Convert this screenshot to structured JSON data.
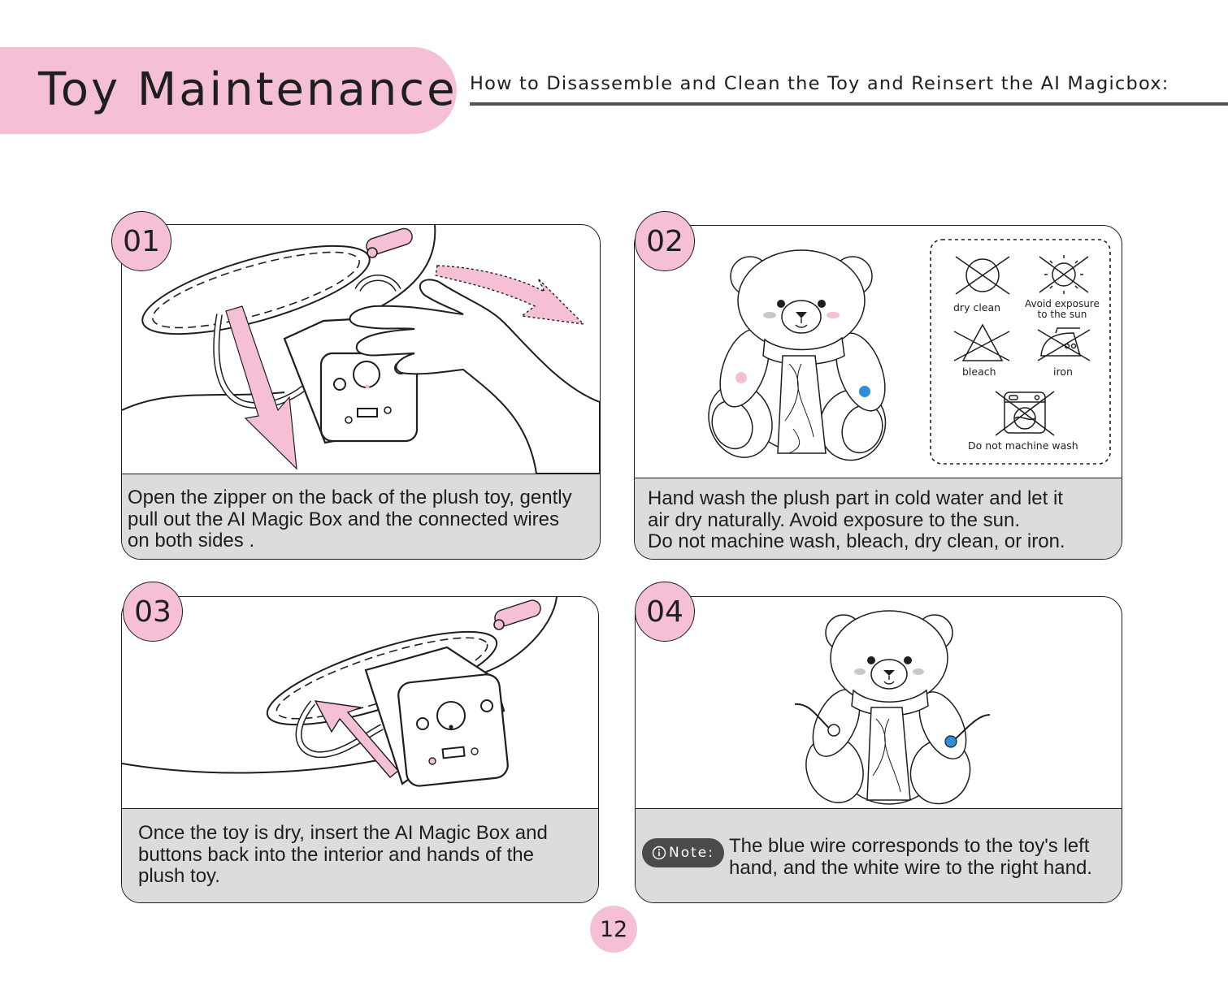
{
  "header": {
    "title": "Toy Maintenance",
    "subtitle": "How to Disassemble and Clean the Toy and Reinsert the AI Magicbox:"
  },
  "steps": [
    {
      "number": "01",
      "caption": "Open the zipper on the back of the plush toy, gently\n pull out the AI Magic Box and the connected wires\non both sides ."
    },
    {
      "number": "02",
      "caption": "Hand wash the plush part in cold water and let it\nair dry naturally. Avoid exposure to the sun.\nDo not machine wash, bleach, dry clean, or iron."
    },
    {
      "number": "03",
      "caption": "Once the toy is dry, insert the AI Magic Box and\nbuttons back into the interior and hands of the\n plush toy."
    },
    {
      "number": "04",
      "caption": "The blue wire corresponds to the toy's left\nhand, and the white wire to the right hand.",
      "note_label": "Note:"
    }
  ],
  "care_symbols": [
    {
      "icon": "no-dry-clean-icon",
      "label": "dry clean"
    },
    {
      "icon": "no-sun-icon",
      "label": "Avoid exposure\nto the sun"
    },
    {
      "icon": "no-bleach-icon",
      "label": "bleach"
    },
    {
      "icon": "no-iron-icon",
      "label": "iron"
    },
    {
      "icon": "no-machine-wash-icon",
      "label": "Do not machine wash"
    }
  ],
  "colors": {
    "pink": "#f5bfd6",
    "blue_wire": "#2f8ed6",
    "caption_bg": "#dcdcdc"
  },
  "page_number": "12"
}
